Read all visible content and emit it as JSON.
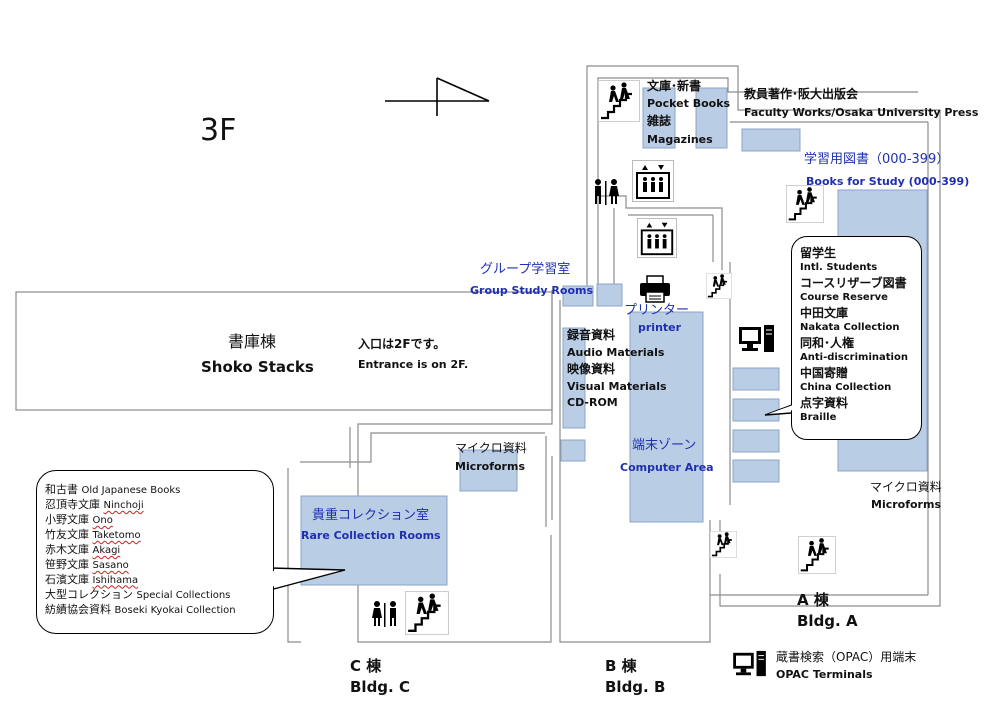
{
  "floor": "3F",
  "areas": {
    "pocket_books": {
      "ja": "文庫･新書",
      "en": "Pocket Books"
    },
    "magazines": {
      "ja": "雑誌",
      "en": "Magazines"
    },
    "faculty_works": {
      "ja": "教員著作･阪大出版会",
      "en": "Faculty Works/Osaka University Press"
    },
    "books_for_study": {
      "ja": "学習用図書（000-399）",
      "en": "Books for Study (000-399)"
    },
    "group_study": {
      "ja": "グループ学習室",
      "en": "Group Study Rooms"
    },
    "printer": {
      "ja": "プリンター",
      "en": "printer"
    },
    "shoko": {
      "ja": "書庫棟",
      "en": "Shoko Stacks",
      "note_ja": "入口は2Fです。",
      "note_en": "Entrance is on 2F."
    },
    "audio": {
      "ja": "録音資料",
      "en": "Audio Materials"
    },
    "visual": {
      "ja": "映像資料",
      "en": "Visual Materials",
      "extra": "CD-ROM"
    },
    "microforms_b": {
      "ja": "マイクロ資料",
      "en": "Microforms"
    },
    "computer_area": {
      "ja": "端末ゾーン",
      "en": "Computer Area"
    },
    "microforms_a": {
      "ja": "マイクロ資料",
      "en": "Microforms"
    },
    "rare": {
      "ja": "貴重コレクション室",
      "en": "Rare Collection Rooms"
    }
  },
  "callout_a": [
    {
      "ja": "留学生",
      "en": "Intl. Students"
    },
    {
      "ja": "コースリザーブ図書",
      "en": "Course Reserve"
    },
    {
      "ja": "中田文庫",
      "en": "Nakata Collection"
    },
    {
      "ja": "同和･人権",
      "en": "Anti-discrimination"
    },
    {
      "ja": "中国寄贈",
      "en": "China Collection"
    },
    {
      "ja": "点字資料",
      "en": "Braille"
    }
  ],
  "callout_c": [
    {
      "ja": "和古書",
      "en": "Old Japanese Books"
    },
    {
      "ja": "忍頂寺文庫",
      "en": "Ninchoji"
    },
    {
      "ja": "小野文庫",
      "en": "Ono"
    },
    {
      "ja": "竹友文庫",
      "en": "Taketomo"
    },
    {
      "ja": "赤木文庫",
      "en": "Akagi"
    },
    {
      "ja": "笹野文庫",
      "en": "Sasano"
    },
    {
      "ja": "石濱文庫",
      "en": "Ishihama"
    },
    {
      "ja": "大型コレクション",
      "en": "Special Collections"
    },
    {
      "ja": "紡績協会資料",
      "en": "Boseki Kyokai Collection"
    }
  ],
  "buildings": {
    "a": {
      "ja": "A 棟",
      "en": "Bldg. A"
    },
    "b": {
      "ja": "B 棟",
      "en": "Bldg. B"
    },
    "c": {
      "ja": "C 棟",
      "en": "Bldg. C"
    }
  },
  "legend_opac": {
    "ja": "蔵書検索（OPAC）用端末",
    "en": "OPAC Terminals"
  },
  "icons": [
    "north-arrow",
    "stairs-icon",
    "elevator-icon",
    "restroom-icon",
    "printer-icon",
    "computer-icon"
  ],
  "colors": {
    "shelf_fill": "#b9cde5",
    "shelf_stroke": "#8aa4c8",
    "wall": "#8c8c8c",
    "label_blue": "#1f2fb0"
  }
}
